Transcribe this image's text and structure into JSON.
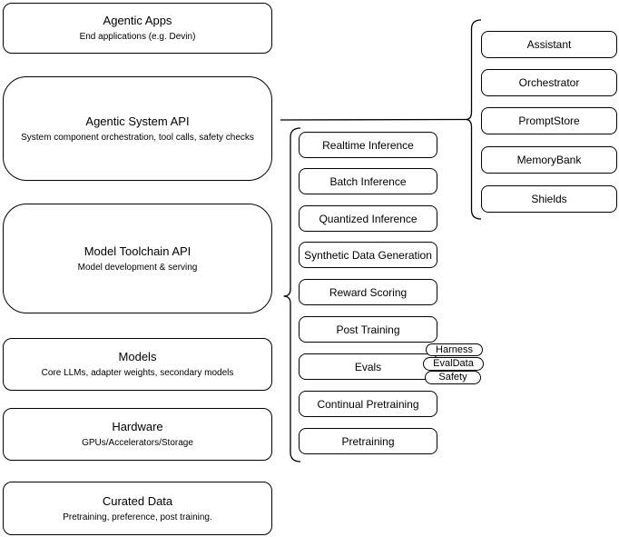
{
  "diagram": {
    "colors": {
      "stroke": "#000000",
      "background": "#ffffff",
      "text": "#000000"
    },
    "stack": {
      "boxes": [
        {
          "title": "Agentic Apps",
          "subtitle": "End applications (e.g. Devin)"
        },
        {
          "title": "Agentic System API",
          "subtitle": "System component orchestration, tool calls, safety checks"
        },
        {
          "title": "Model Toolchain API",
          "subtitle": "Model development & serving"
        },
        {
          "title": "Models",
          "subtitle": "Core LLMs, adapter weights, secondary models"
        },
        {
          "title": "Hardware",
          "subtitle": "GPUs/Accelerators/Storage"
        },
        {
          "title": "Curated Data",
          "subtitle": "Pretraining, preference, post training."
        }
      ]
    },
    "toolchain_services": {
      "items": [
        {
          "label": "Realtime Inference"
        },
        {
          "label": "Batch Inference"
        },
        {
          "label": "Quantized Inference"
        },
        {
          "label": "Synthetic Data Generation"
        },
        {
          "label": "Reward Scoring"
        },
        {
          "label": "Post Training"
        },
        {
          "label": "Evals"
        },
        {
          "label": "Continual Pretraining"
        },
        {
          "label": "Pretraining"
        }
      ],
      "evals_badges": [
        {
          "label": "Harness"
        },
        {
          "label": "EvalData"
        },
        {
          "label": "Safety"
        }
      ]
    },
    "system_services": {
      "items": [
        {
          "label": "Assistant"
        },
        {
          "label": "Orchestrator"
        },
        {
          "label": "PromptStore"
        },
        {
          "label": "MemoryBank"
        },
        {
          "label": "Shields"
        }
      ]
    },
    "connectors": [
      {
        "name": "curly-brace-toolchain",
        "points_to": "Model Toolchain API",
        "groups": "toolchain services"
      },
      {
        "name": "curly-brace-system",
        "points_to": "Agentic System API",
        "groups": "system services"
      },
      {
        "name": "connector-line",
        "from": "Agentic System API",
        "to": "curly-brace-system"
      }
    ]
  }
}
